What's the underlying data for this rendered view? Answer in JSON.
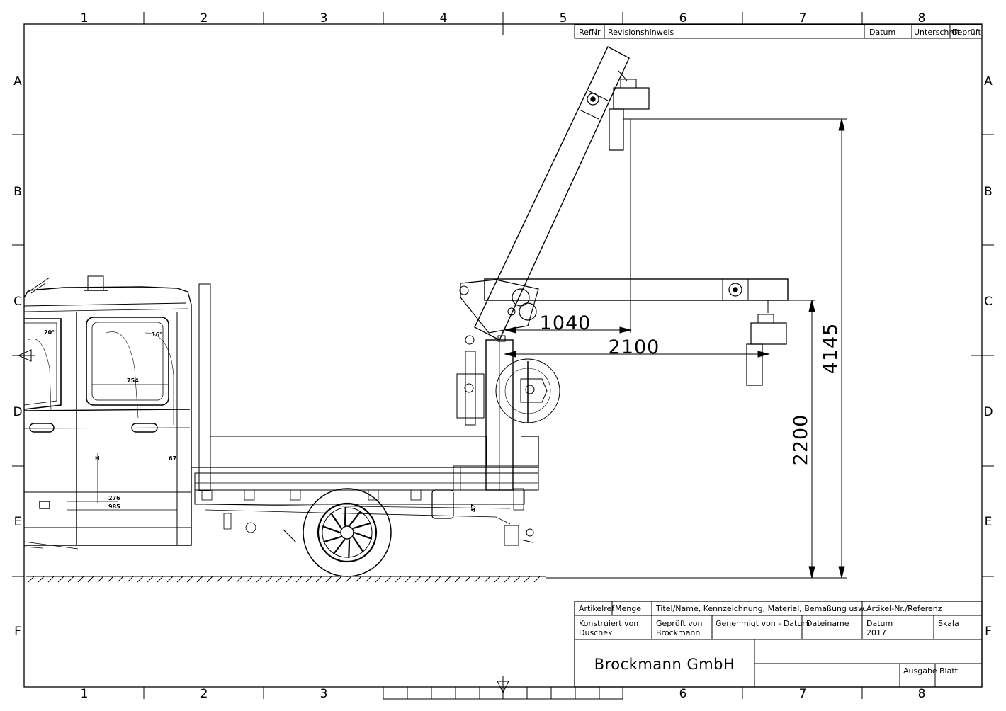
{
  "frame": {
    "columns": [
      "1",
      "2",
      "3",
      "4",
      "5",
      "6",
      "7",
      "8"
    ],
    "bottom_columns": [
      "1",
      "2",
      "3",
      "6",
      "7",
      "8"
    ],
    "rows": [
      "A",
      "B",
      "C",
      "D",
      "E",
      "F"
    ]
  },
  "revision_block": {
    "refnr": "RefNr",
    "hinweis": "Revisionshinweis",
    "datum": "Datum",
    "unterschrift": "Unterschrift",
    "geprueft": "Geprüft"
  },
  "title_block": {
    "artikelref": "Artikelref",
    "menge": "Menge",
    "titel": "Titel/Name, Kennzeichnung, Material, Bemaßung usw.",
    "artikel_nr": "Artikel-Nr./Referenz",
    "konstruiert_label": "Konstruiert von",
    "konstruiert_name": "Duschek",
    "geprueft_label": "Geprüft von",
    "geprueft_name": "Brockmann",
    "genehmigt": "Genehmigt von - Datum",
    "dateiname": "Dateiname",
    "datum_label": "Datum",
    "datum_value": "2017",
    "skala": "Skala",
    "company": "Brockmann GmbH",
    "ausgabe": "Ausgabe",
    "blatt": "Blatt"
  },
  "dimensions": {
    "d1040": "1040",
    "d2100": "2100",
    "d4145": "4145",
    "d2200": "2200"
  },
  "cab_labels": {
    "angle_left": "20°",
    "angle_right": "16°",
    "width_754": "754",
    "d67": "67",
    "h": "H",
    "d276": "276",
    "d985": "985",
    "d47": "47"
  }
}
